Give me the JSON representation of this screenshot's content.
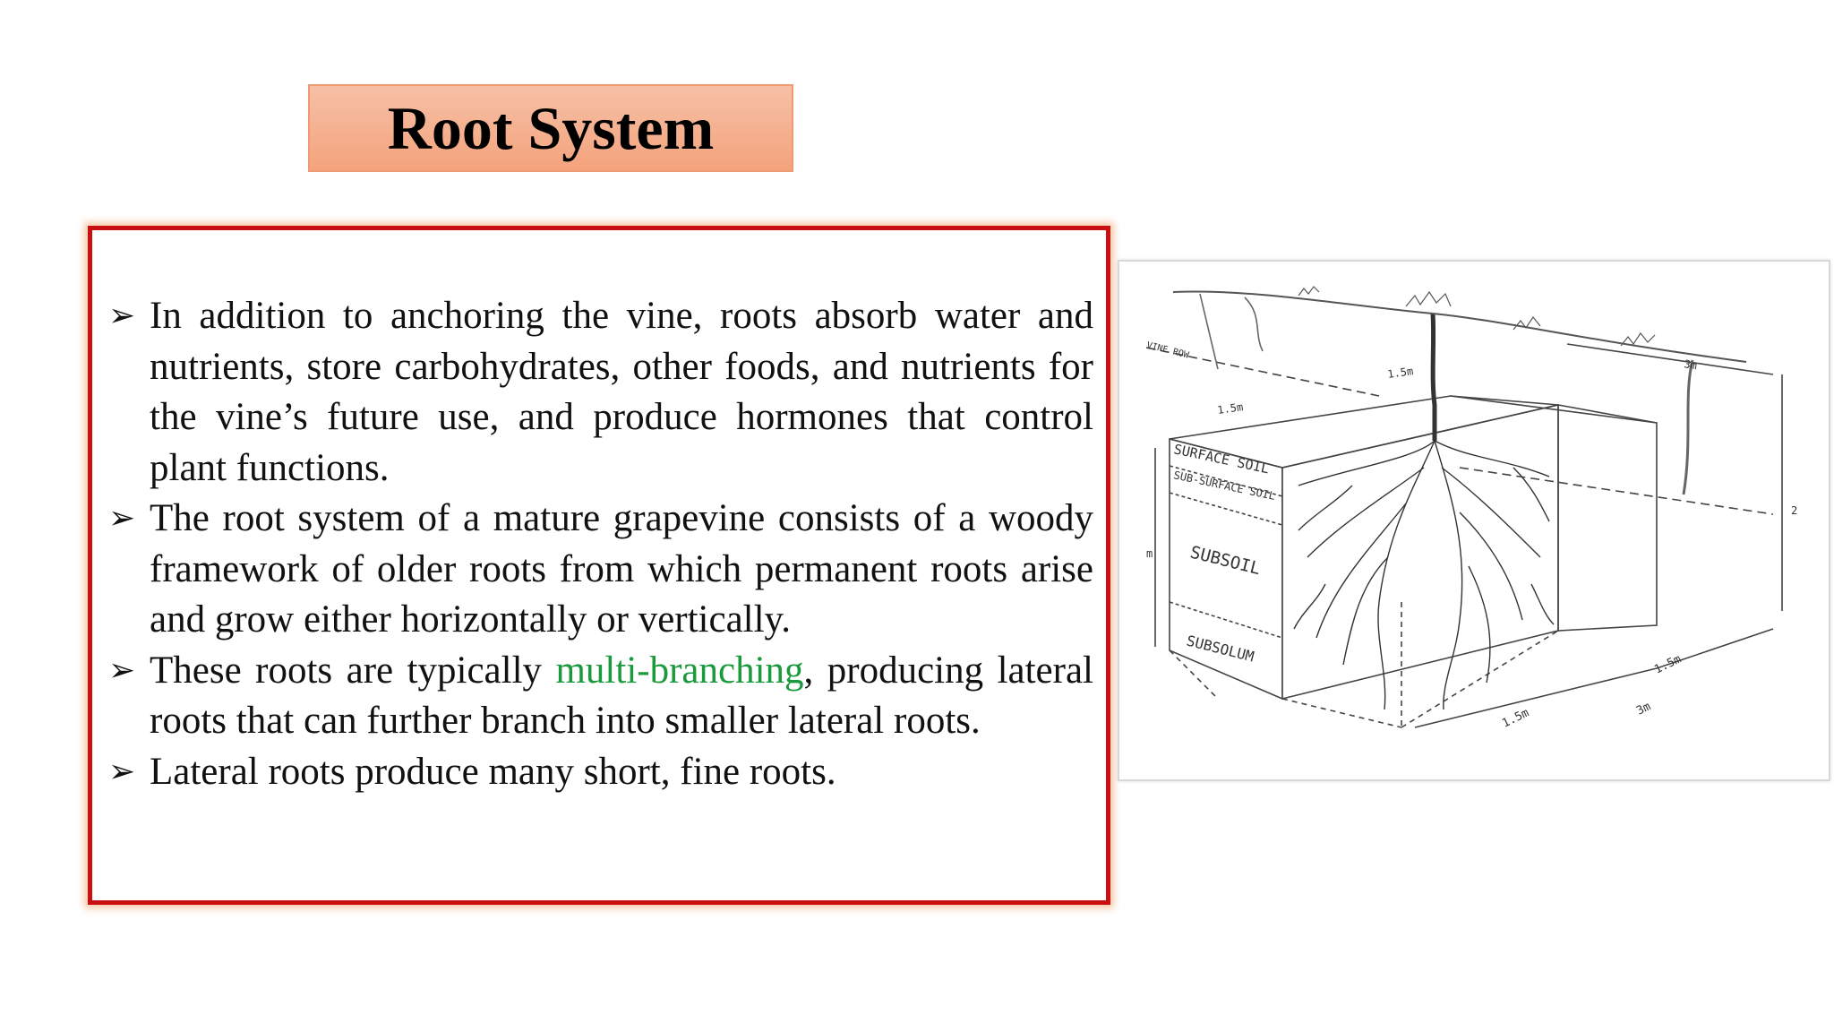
{
  "title": "Root System",
  "bullets": [
    {
      "text": "In addition to anchoring the vine, roots absorb water and nutrients, store carbohydrates, other foods, and nutrients for the vine’s future use, and produce hormones that control plant functions."
    },
    {
      "text": "The root system of a mature grapevine consists of a woody framework of older roots from which permanent roots arise and grow either horizontally or vertically."
    },
    {
      "text_before": "These roots are typically ",
      "highlight": "multi-branching",
      "text_after": ", producing lateral roots that can further branch into smaller lateral roots."
    },
    {
      "text": "Lateral roots produce many short, fine roots."
    }
  ],
  "bullet_icon": "arrow-right-icon",
  "highlight_color": "#1a9a3c",
  "border_color": "#c90f0f",
  "title_fill_color": "#f4a37c",
  "diagram": {
    "labels": {
      "surface_soil": "SURFACE SOIL",
      "sub_surface_soil": "SUB-SURFACE SOIL",
      "subsoil": "SUBSOIL",
      "subsolum": "SUBSOLUM",
      "vine_row": "VINE ROW",
      "dim_top_left": "1.5m",
      "dim_top_mid": "1.5m",
      "dim_top_right": "3m",
      "dim_bottom_left": "1.5m",
      "dim_bottom_right_a": "1.5m",
      "dim_bottom_right_b": "3m",
      "dim_left": "m",
      "dim_right": "2"
    }
  }
}
